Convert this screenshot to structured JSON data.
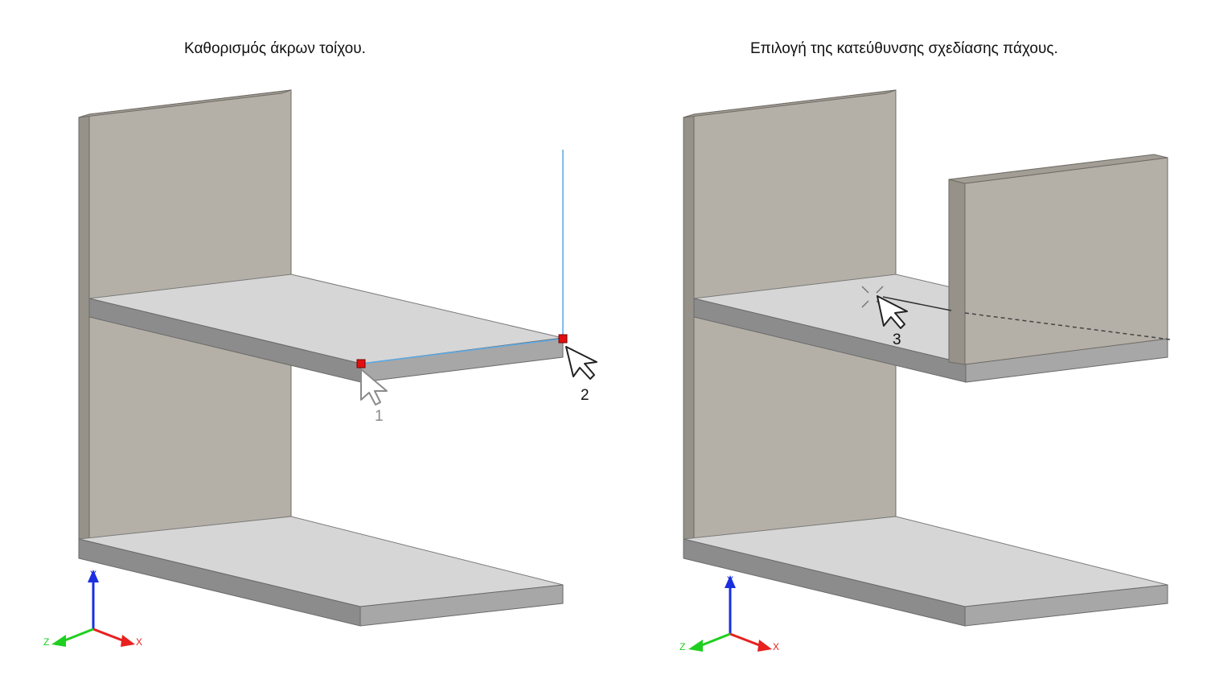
{
  "panels": {
    "left": {
      "title": "Καθορισμός άκρων τοίχου."
    },
    "right": {
      "title": "Επιλογή της κατεύθυνσης σχεδίασης πάχους."
    }
  },
  "steps": {
    "one": "1",
    "two": "2",
    "three": "3"
  },
  "axes": {
    "x": "X",
    "y": "Y",
    "z": "Z"
  },
  "colors": {
    "wall_face": "#b5b0a7",
    "wall_edge": "#8f8b83",
    "slab_top": "#d6d6d6",
    "slab_side": "#a7a7a7",
    "slab_front": "#8c8c8c",
    "snap_point": "#e01010",
    "guide_line": "#5aa9e6",
    "axis_x": "#e8201e",
    "axis_y": "#1a2ee0",
    "axis_z": "#1fcf1f"
  }
}
